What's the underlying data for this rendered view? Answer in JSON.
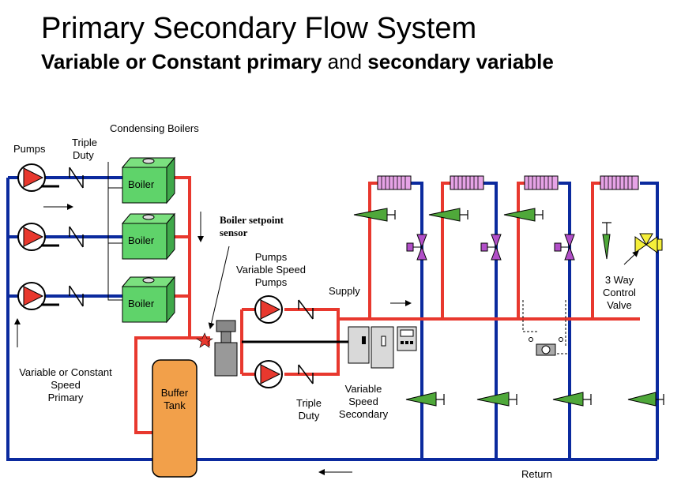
{
  "title": "Primary Secondary Flow System",
  "subtitle": {
    "part1": "Variable or Constant primary",
    "part2": " and ",
    "part3": "secondary variable"
  },
  "labels": {
    "condensing_boilers": "Condensing Boilers",
    "pumps_left": "Pumps",
    "triple_duty_left_1": "Triple",
    "triple_duty_left_2": "Duty",
    "boiler": "Boiler",
    "boiler_setpoint_1": "Boiler setpoint",
    "boiler_setpoint_2": "sensor",
    "pumps_vs_1": "Pumps",
    "pumps_vs_2": "Variable Speed",
    "pumps_vs_3": "Pumps",
    "supply": "Supply",
    "three_way_1": "3 Way",
    "three_way_2": "Control",
    "three_way_3": "Valve",
    "primary_1": "Variable or Constant",
    "primary_2": "Speed",
    "primary_3": "Primary",
    "buffer_1": "Buffer",
    "buffer_2": "Tank",
    "triple_duty_bottom_1": "Triple",
    "triple_duty_bottom_2": "Duty",
    "secondary_1": "Variable",
    "secondary_2": "Speed",
    "secondary_3": "Secondary",
    "return": "Return"
  },
  "colors": {
    "supply_pipe": "#e8382e",
    "return_pipe": "#0b2a9e",
    "boiler": "#5fd36a",
    "buffer_tank": "#f2a04a",
    "radiator": "#e6a3e6",
    "valve_purple": "#b24fc8",
    "check_valve": "#4fa83a",
    "three_way_valve": "#f5ef3a",
    "pump_fill": "#e8382e"
  }
}
